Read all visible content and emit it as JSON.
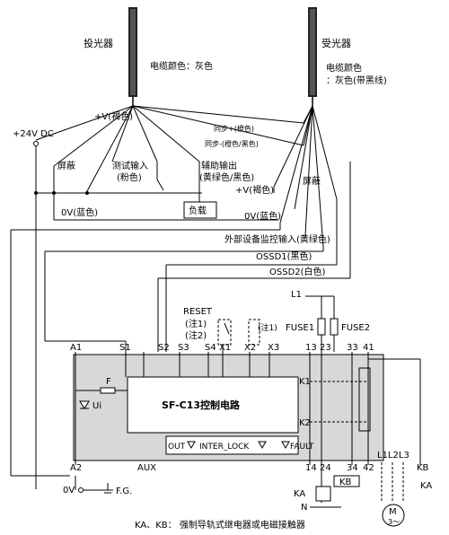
{
  "emitter": {
    "label": "投光器",
    "cable_color": "电缆颜色：灰色"
  },
  "receiver": {
    "label": "受光器",
    "cable_color_line1": "电缆颜色",
    "cable_color_line2": "：灰色(带黑线)"
  },
  "wires": {
    "emitter_v": "+V(褐色)",
    "sync_plus": "同步+(橙色)",
    "sync_minus": "同步-(橙色/黑色)",
    "shield_left": "屏蔽",
    "test_input_line1": "测试输入",
    "test_input_line2": "(粉色)",
    "aux_output_line1": "辅助输出",
    "aux_output_line2": "(黄绿色/黑色)",
    "receiver_v": "+V(褐色)",
    "emitter_0v": "0V(蓝色)",
    "load": "负载",
    "receiver_0v": "0V(蓝色)",
    "shield_right": "屏蔽",
    "ext_monitor": "外部设备监控输入(黄绿色)",
    "ossd1": "OSSD1(黑色)",
    "ossd2": "OSSD2(白色)"
  },
  "power": {
    "plus24": "+24V DC",
    "zero_v": "0V",
    "fg": "F.G.",
    "l1": "L1",
    "n": "N"
  },
  "reset": {
    "label": "RESET",
    "note1": "(注1)",
    "note2": "(注2)",
    "note1b": "(注1)"
  },
  "fuses": {
    "fuse1": "FUSE1",
    "fuse2": "FUSE2"
  },
  "terminals": [
    "A1",
    "S1",
    "S2",
    "S3",
    "S4",
    "X1",
    "X2",
    "X3",
    "13",
    "23",
    "33",
    "41"
  ],
  "bottom_terminals": [
    "A2",
    "AUX",
    "14",
    "24",
    "34",
    "42"
  ],
  "controller": {
    "title": "SF-C13控制电路",
    "f": "F",
    "ui": "Ui",
    "out": "OUT",
    "interlock": "INTER_LOCK",
    "fault": "FAULT"
  },
  "relays": {
    "k1": "K1",
    "k2": "K2",
    "kb": "KB",
    "ka": "KA"
  },
  "motor": {
    "l_labels": "L1L2L3",
    "m": "M",
    "phase": "3～"
  },
  "caption": "KA、KB： 强制导轨式继电器或电磁接触器"
}
